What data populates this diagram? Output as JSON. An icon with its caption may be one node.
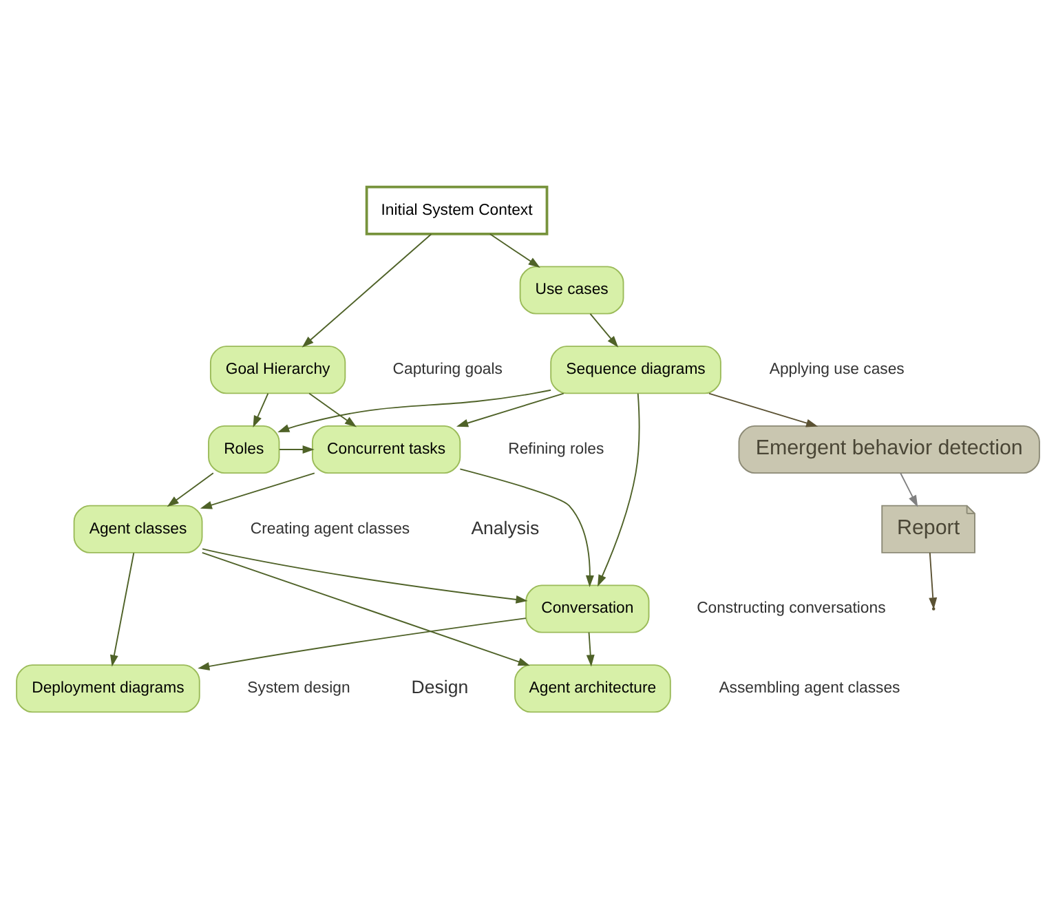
{
  "diagram": {
    "nodes": [
      {
        "text": [
          "Initial System Context"
        ]
      },
      {
        "text": [
          "Goal Hierarchy"
        ]
      },
      {
        "text": [
          "Use cases"
        ]
      },
      {
        "text": [
          "Sequence diagrams"
        ]
      },
      {
        "text": [
          "Concurrent tasks"
        ]
      },
      {
        "text": [
          "Roles"
        ]
      },
      {
        "text": [
          "Agent classes"
        ]
      },
      {
        "text": [
          "Conversation"
        ]
      },
      {
        "text": [
          "Agent architecture"
        ]
      },
      {
        "text": [
          "Deployment diagrams"
        ]
      },
      {
        "text": [
          "Emergent behavior detection"
        ]
      },
      {
        "text": [
          "Report"
        ]
      }
    ],
    "edges": [
      {
        "from": 0,
        "to": 1,
        "arrow": "to"
      },
      {
        "from": 0,
        "to": 2,
        "arrow": "to"
      },
      {
        "from": 1,
        "to": 4,
        "arrow": "to"
      },
      {
        "from": 1,
        "to": 5,
        "arrow": "to"
      },
      {
        "from": 2,
        "to": 3,
        "arrow": "to"
      },
      {
        "from": 3,
        "to": 4,
        "arrow": "to"
      },
      {
        "from": 3,
        "to": 5,
        "arrow": "to"
      },
      {
        "from": 3,
        "to": 7,
        "arrow": "to"
      },
      {
        "from": 3,
        "to": 10,
        "arrow": "to",
        "color": "#5b5233"
      },
      {
        "from": 5,
        "to": 4,
        "arrow": "to"
      },
      {
        "from": 5,
        "to": 6,
        "arrow": "to"
      },
      {
        "from": 4,
        "to": 6,
        "arrow": "to"
      },
      {
        "from": 4,
        "to": 7,
        "arrow": "to"
      },
      {
        "from": 6,
        "to": 7,
        "arrow": "to"
      },
      {
        "from": 6,
        "to": 9,
        "arrow": "to"
      },
      {
        "from": 6,
        "to": 8,
        "arrow": "to"
      },
      {
        "from": 7,
        "to": 8,
        "arrow": "to"
      },
      {
        "from": 7,
        "to": 9,
        "arrow": "to"
      },
      {
        "from": 10,
        "to": 11,
        "arrow": "to",
        "color": "#808080"
      },
      {
        "from": 11,
        "to": null,
        "arrow": "to",
        "color": "#5b5233"
      }
    ],
    "labels": [
      "Capturing goals",
      "Applying use cases",
      "Refining roles",
      "Creating agent classes",
      "Constructing conversations",
      "Assembling agent classes",
      "System design",
      "Analysis",
      "Design"
    ]
  }
}
